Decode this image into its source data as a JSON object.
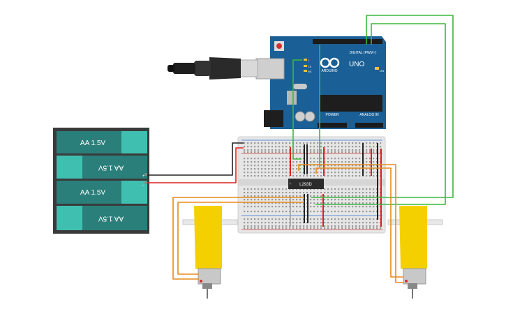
{
  "battery": {
    "cells": [
      {
        "label": "AA 1.5V",
        "flipped": false
      },
      {
        "label": "AA 1.5V",
        "flipped": true
      },
      {
        "label": "AA 1.5V",
        "flipped": false
      },
      {
        "label": "AA 1.5V",
        "flipped": true
      }
    ],
    "plus_sign": "+",
    "minus_sign": "-"
  },
  "arduino": {
    "logo_text": "ARDUINO",
    "model": "UNO",
    "digital_label": "DIGITAL (PWM~)",
    "power_label": "POWER",
    "analog_label": "ANALOG IN",
    "tx_label": "TX",
    "rx_label": "RX",
    "l_label": "L",
    "on_label": "ON"
  },
  "chip": {
    "label": "L293D"
  },
  "colors": {
    "wire_red": "#e02020",
    "wire_black": "#222222",
    "wire_green": "#3cb83c",
    "wire_orange": "#e88a1a",
    "arduino_blue": "#1a5f96",
    "battery_teal": "#3fbfb0",
    "battery_dark": "#2a7f7a",
    "motor_yellow": "#f5d000"
  },
  "icons": [
    "usb-cable-icon",
    "infinity-logo-icon",
    "dc-motor-icon",
    "chip-icon"
  ]
}
